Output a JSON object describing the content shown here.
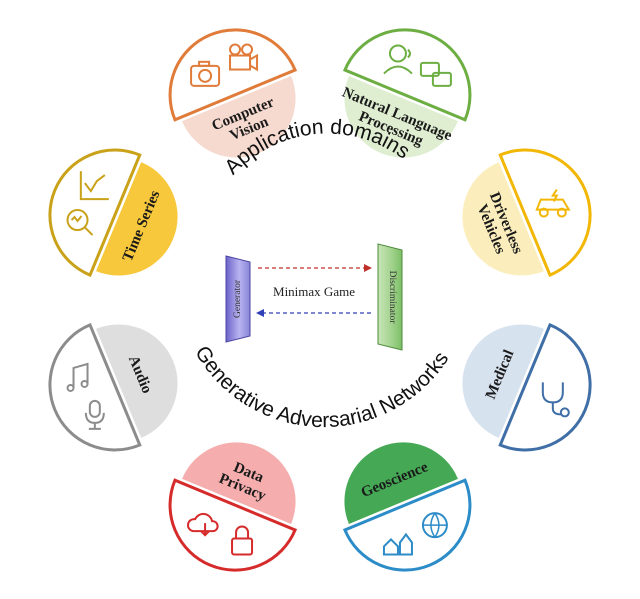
{
  "diagram": {
    "arc_top": "Application domains",
    "arc_bottom": "Generative Adversarial Networks",
    "center": {
      "generator": "Generator",
      "discriminator": "Discriminator",
      "game": "Minimax Game"
    },
    "domains": [
      {
        "label": "Computer Vision",
        "lines": [
          "Computer",
          "Vision"
        ],
        "color": "#E07B39",
        "fill": "#F6D8CC",
        "icons": [
          "camera-icon",
          "video-camera-icon"
        ]
      },
      {
        "label": "Natural Language Processing",
        "lines": [
          "Natural Language",
          "Processing"
        ],
        "color": "#6DAE43",
        "fill": "#DDEDCF",
        "icons": [
          "speaking-person-icon",
          "chat-bubbles-icon"
        ]
      },
      {
        "label": "Driverless Vehicles",
        "lines": [
          "Driverless",
          "Vehicles"
        ],
        "color": "#F2B705",
        "fill": "#FBEDB8",
        "icons": [
          "electric-car-icon"
        ]
      },
      {
        "label": "Medical",
        "lines": [
          "Medical"
        ],
        "color": "#3F6FA6",
        "fill": "#D5E0EE",
        "icons": [
          "stethoscope-icon"
        ]
      },
      {
        "label": "Geoscience",
        "lines": [
          "Geoscience"
        ],
        "color": "#2C8CC8",
        "fill": "#3AA34B",
        "icons": [
          "globe-icon",
          "houses-icon"
        ]
      },
      {
        "label": "Data Privacy",
        "lines": [
          "Data",
          "Privacy"
        ],
        "color": "#D62B2B",
        "fill": "#F4A9A9",
        "icons": [
          "lock-icon",
          "cloud-download-icon"
        ]
      },
      {
        "label": "Audio",
        "lines": [
          "Audio"
        ],
        "color": "#8C8C8C",
        "fill": "#DCDCDC",
        "icons": [
          "microphone-icon",
          "music-note-icon"
        ]
      },
      {
        "label": "Time Series",
        "lines": [
          "Time Series"
        ],
        "color": "#C9A21A",
        "fill": "#F7C530",
        "icons": [
          "magnifier-chart-icon",
          "line-chart-icon"
        ]
      }
    ]
  }
}
